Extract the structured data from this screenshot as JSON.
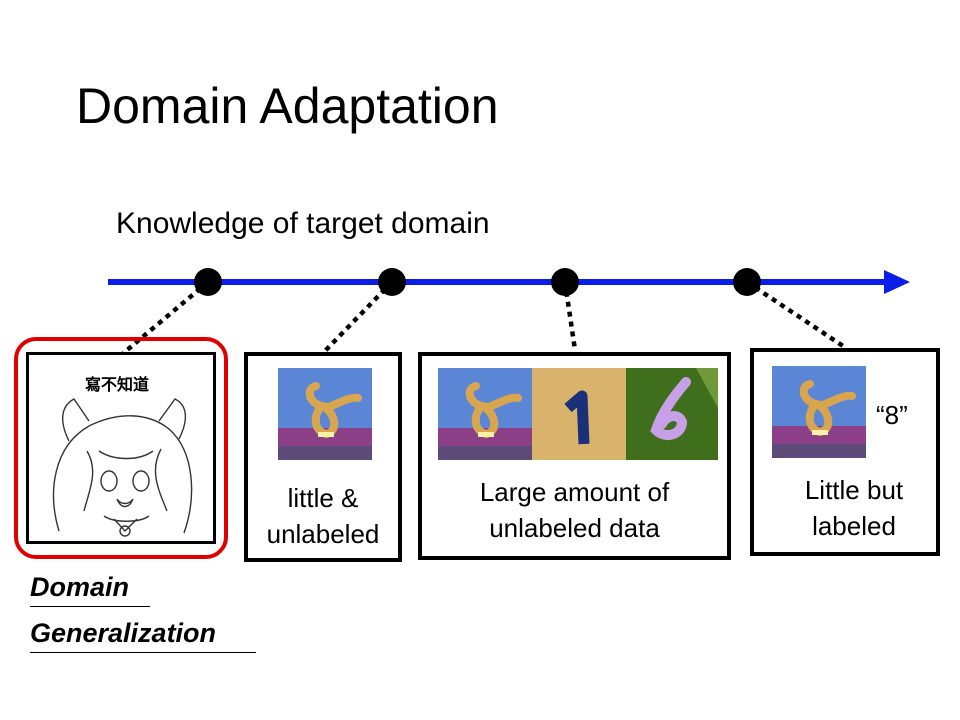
{
  "slide": {
    "title": "Domain Adaptation",
    "axis_label": "Knowledge of target domain"
  },
  "colors": {
    "axis": "#0b1de8",
    "highlight": "#e00000",
    "sky": "#5b86d6",
    "digit_gold": "#d9a650",
    "purple_flowers": "#8a3f87",
    "tan_bg": "#d9b36b",
    "navy_digit": "#1c2f7a",
    "green_bg": "#3f6f1c",
    "lilac_digit": "#c8a0e8"
  },
  "cartoon": {
    "caption": "寫不知道",
    "icon": "cat-ear-girl-illustration"
  },
  "domain_generalization": {
    "line1": "Domain",
    "line2": "Generalization"
  },
  "nodes": [
    {
      "caption_line1": "little &",
      "caption_line2": "unlabeled"
    },
    {
      "caption_line1": "Large amount of",
      "caption_line2": "unlabeled data"
    },
    {
      "caption_line1": "Little but",
      "caption_line2": "labeled",
      "label": "“8”"
    }
  ]
}
